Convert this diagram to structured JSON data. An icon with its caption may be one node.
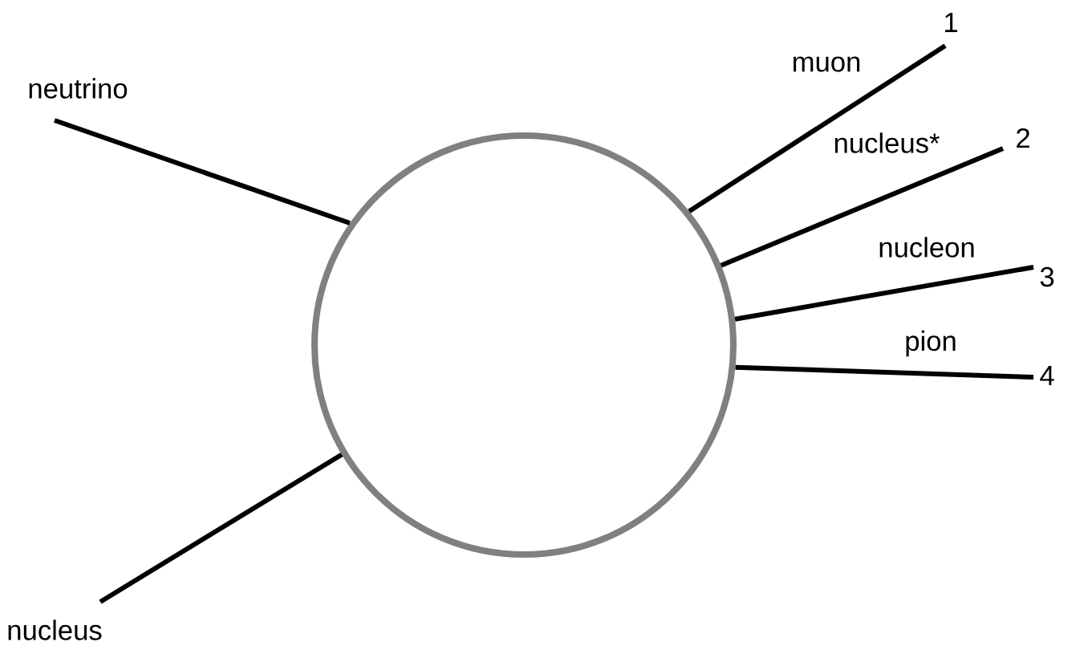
{
  "diagram": {
    "nodes": [
      {
        "text": [],
        "shape": "circle"
      },
      {
        "text": [
          "neutrino"
        ]
      },
      {
        "text": [
          "nucleus"
        ]
      },
      {
        "text": [
          "1"
        ]
      },
      {
        "text": [
          "2"
        ]
      },
      {
        "text": [
          "3"
        ]
      },
      {
        "text": [
          "4"
        ]
      }
    ],
    "edges": [
      {
        "from": 1,
        "to": 0,
        "arrow": "none"
      },
      {
        "from": 2,
        "to": 0,
        "arrow": "none"
      },
      {
        "from": 0,
        "to": 3,
        "label": "muon",
        "arrow": "none"
      },
      {
        "from": 0,
        "to": 4,
        "label": "nucleus*",
        "arrow": "none"
      },
      {
        "from": 0,
        "to": 5,
        "label": "nucleon",
        "arrow": "none"
      },
      {
        "from": 0,
        "to": 6,
        "label": "pion",
        "arrow": "none"
      }
    ]
  }
}
